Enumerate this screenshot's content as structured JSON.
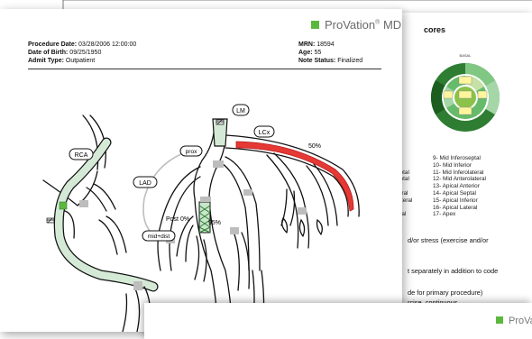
{
  "front": {
    "brand": {
      "name": "ProVation",
      "suffix": "MD",
      "mark": "®"
    },
    "procedure_date": {
      "label": "Procedure Date:",
      "value": "03/28/2006 12:00:00"
    },
    "dob": {
      "label": "Date of Birth:",
      "value": "09/25/1950"
    },
    "admit": {
      "label": "Admit Type:",
      "value": "Outpatient"
    },
    "mrn": {
      "label": "MRN:",
      "value": "18594"
    },
    "age": {
      "label": "Age:",
      "value": "55"
    },
    "note_status": {
      "label": "Note Status:",
      "value": "Finalized"
    }
  },
  "diagram": {
    "labels": {
      "rca": "RCA",
      "lm": "LM",
      "lcx": "LCx",
      "lad": "LAD",
      "prox": "prox",
      "mid_dist": "mid+dist"
    },
    "values": {
      "lcx_stenosis": "50%",
      "post": "Post 0%",
      "lad_stenosis": "95%"
    },
    "colors": {
      "accent": "#5cb83d",
      "vessel_fill": "#d5ead6",
      "lesion": "#e53935",
      "stent": "#4caf50"
    }
  },
  "back": {
    "heading": "cores",
    "bullseye_title": "BASAL",
    "legend_left": [
      "l",
      "l",
      "eptal",
      "eptal",
      "",
      "teral",
      "lateral",
      "",
      "ptal"
    ],
    "legend_right": [
      "9- Mid Inferoseptal",
      "10- Mid Inferior",
      "11- Mid Inferolateral",
      "12- Mid Anterolateral",
      "13- Apical Anterior",
      "14- Apical Septal",
      "15- Apical Inferior",
      "16- Apical Lateral",
      "17- Apex"
    ],
    "line1": "d/or stress (exercise and/or",
    "line2": "t separately in addition to code",
    "line3": "de for primary procedure)",
    "line4": "rcise, continuous"
  },
  "third": {
    "brand": "ProVa"
  }
}
